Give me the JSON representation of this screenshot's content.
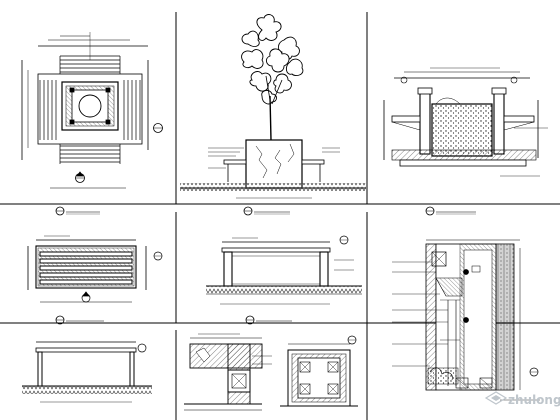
{
  "watermark": {
    "text": "zhulong.com",
    "color": "#bfc6cc",
    "icon": "zhulong-logo-icon"
  },
  "colors": {
    "line": "#000000",
    "paper": "#ffffff",
    "hatch": "#555555"
  },
  "drawing": {
    "views": [
      {
        "name": "view-1-planter-plan",
        "caption": "",
        "kind": "plan"
      },
      {
        "name": "view-2-tree-elevation",
        "caption": "",
        "kind": "elevation"
      },
      {
        "name": "view-3-planter-section",
        "caption": "",
        "kind": "section"
      },
      {
        "name": "view-4-bench-plan",
        "caption": "",
        "kind": "plan"
      },
      {
        "name": "view-5-bench-elevation",
        "caption": "",
        "kind": "elevation"
      },
      {
        "name": "view-6-wall-section",
        "caption": "",
        "kind": "section"
      },
      {
        "name": "view-7-bench-side-elevation",
        "caption": "",
        "kind": "elevation"
      },
      {
        "name": "view-8-detail-a",
        "caption": "",
        "kind": "detail"
      },
      {
        "name": "view-9-detail-b",
        "caption": "",
        "kind": "detail"
      }
    ]
  }
}
